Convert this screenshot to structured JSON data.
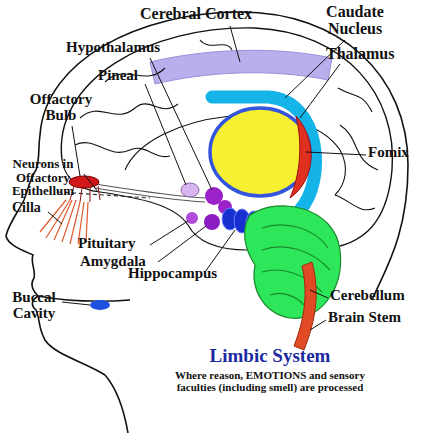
{
  "diagram": {
    "title": "Limbic System",
    "caption": "Where reason, EMOTIONS and sensory faculties (including smell) are processed",
    "labels": [
      "Cerebral Cortex",
      "Caudate Nucleus",
      "Hypothalamus",
      "Thalamus",
      "Pineal",
      "Offactory Bulb",
      "Fomix",
      "Neurons in Offactory Epithellum",
      "Cilla",
      "Pituitary",
      "Amygdala",
      "Hippocampus",
      "Buccal Cavity",
      "Cerebellum",
      "Brain Stem"
    ]
  }
}
